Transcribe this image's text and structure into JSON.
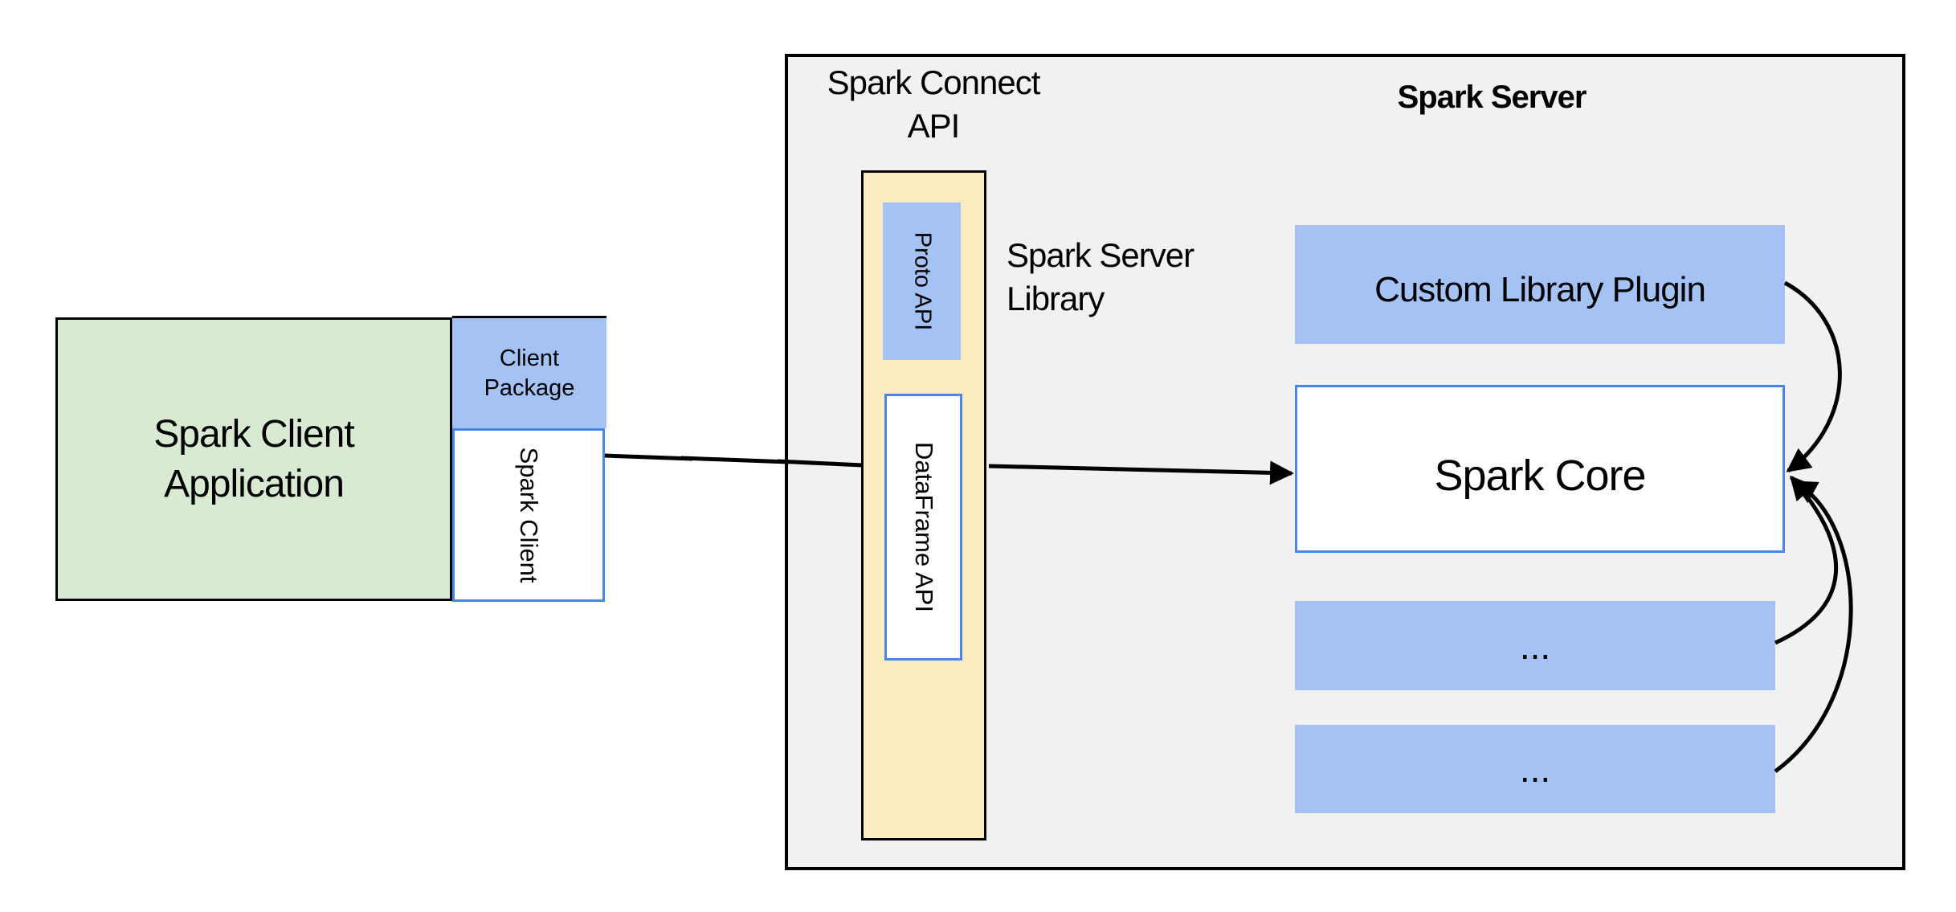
{
  "client": {
    "app_label": "Spark Client\nApplication",
    "package_label": "Client\nPackage",
    "client_label": "Spark Client"
  },
  "server": {
    "box_title": "Spark Server",
    "connect_api_title": "Spark Connect\nAPI",
    "server_library_label": "Spark Server\nLibrary",
    "proto_api_label": "Proto API",
    "dataframe_api_label": "DataFrame API",
    "custom_plugin_label": "Custom Library Plugin",
    "spark_core_label": "Spark Core",
    "plugin_slot_1_label": "...",
    "plugin_slot_2_label": "..."
  },
  "colors": {
    "client_app_fill": "#d9ead3",
    "accent_blue_fill": "#a4c2f4",
    "api_column_fill": "#fcecc2",
    "server_fill": "#f1f1f2",
    "box_border_blue": "#4a86e8",
    "line_black": "#000000"
  },
  "connections": [
    {
      "from": "spark-client",
      "to": "spark-connect-api-column"
    },
    {
      "from": "spark-connect-api-column",
      "to": "spark-core"
    },
    {
      "from": "custom-library-plugin",
      "to": "spark-core"
    },
    {
      "from": "plugin-slot-1",
      "to": "spark-core"
    },
    {
      "from": "plugin-slot-2",
      "to": "spark-core"
    }
  ]
}
